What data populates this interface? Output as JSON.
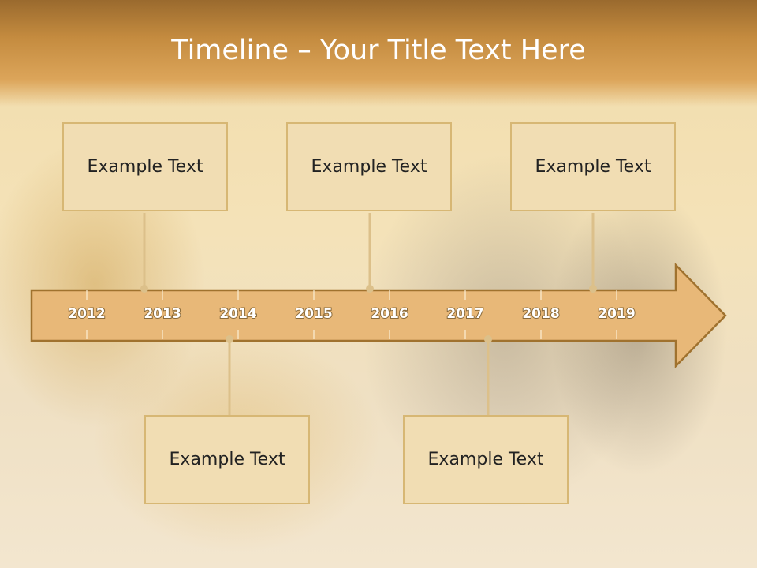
{
  "slide": {
    "title": "Timeline – Your Title Text Here"
  },
  "timeline": {
    "years": [
      "2012",
      "2013",
      "2014",
      "2015",
      "2016",
      "2017",
      "2018",
      "2019"
    ],
    "events_top": [
      {
        "label": "Example Text"
      },
      {
        "label": "Example Text"
      },
      {
        "label": "Example Text"
      }
    ],
    "events_bottom": [
      {
        "label": "Example Text"
      },
      {
        "label": "Example Text"
      }
    ]
  },
  "colors": {
    "arrow_fill": "#e8b878",
    "arrow_stroke": "#a0722e",
    "box_fill": "#f1ddb3",
    "box_border": "#d7b774",
    "connector": "#dcc08a",
    "title_text": "#ffffff"
  }
}
